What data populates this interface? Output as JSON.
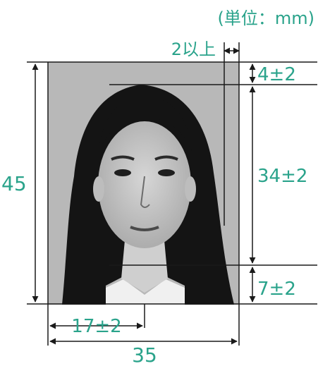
{
  "unit_label": "(単位：mm)",
  "dimensions": {
    "photo_height": "45",
    "photo_width": "35",
    "face_center": "17±2",
    "top_margin": "4±2",
    "face_height": "34±2",
    "bottom_margin": "7±2",
    "side_margin": "2以上"
  },
  "colors": {
    "label": "#2aa38b",
    "line": "#1a1a1a",
    "photo_background": "#b8b8b8"
  }
}
